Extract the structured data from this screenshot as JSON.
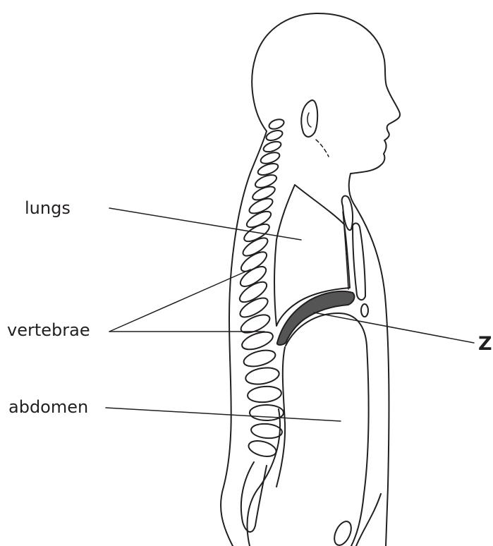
{
  "labels": {
    "lungs": "lungs",
    "vertebrae": "vertebrae",
    "abdomen": "abdomen",
    "z": "Z"
  },
  "colors": {
    "line": "#231f20",
    "diaphragm_fill": "#555555",
    "background": "#ffffff"
  }
}
